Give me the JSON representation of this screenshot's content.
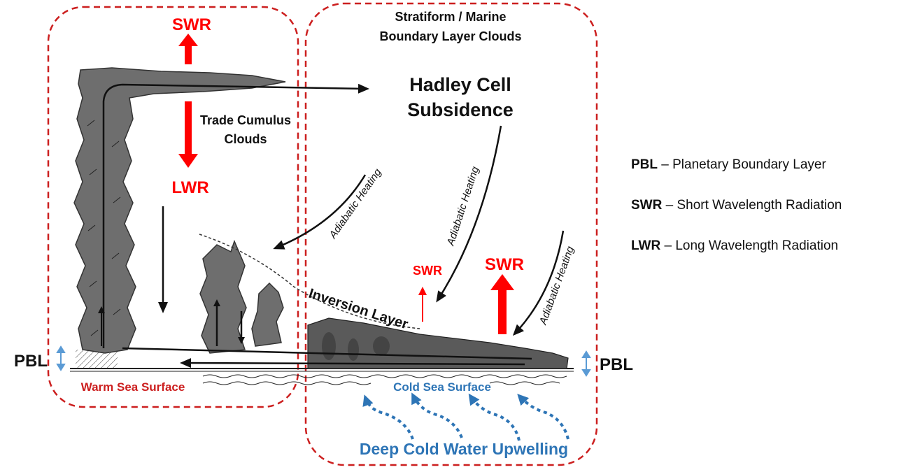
{
  "title_right": {
    "line1": "Stratiform / Marine",
    "line2": "Boundary Layer Clouds"
  },
  "labels": {
    "swr_top": "SWR",
    "lwr": "LWR",
    "trade_cumulus_1": "Trade Cumulus",
    "trade_cumulus_2": "Clouds",
    "hadley_1": "Hadley Cell",
    "hadley_2": "Subsidence",
    "adiabatic_1": "Adiabatic Heating",
    "adiabatic_2": "Adiabatic Heating",
    "adiabatic_3": "Adiabatic Heating",
    "swr_small": "SWR",
    "swr_big": "SWR",
    "inversion": "Inversion Layer",
    "pbl_left": "PBL",
    "pbl_right": "PBL",
    "warm_sea": "Warm  Sea Surface",
    "cold_sea": "Cold Sea Surface",
    "upwelling": "Deep Cold Water Upwelling"
  },
  "legend": [
    {
      "abbr": "PBL",
      "text": " – Planetary Boundary Layer"
    },
    {
      "abbr": "SWR",
      "text": " – Short Wavelength Radiation"
    },
    {
      "abbr": "LWR",
      "text": " – Long Wavelength Radiation"
    }
  ],
  "colors": {
    "radiation": "#ff0000",
    "box_border": "#cc1f1f",
    "warm_text": "#cc1f1f",
    "ocean_blue": "#2e75b6",
    "pbl_arrow": "#5b9bd5",
    "cloud_fill": "#6e6e6e"
  }
}
